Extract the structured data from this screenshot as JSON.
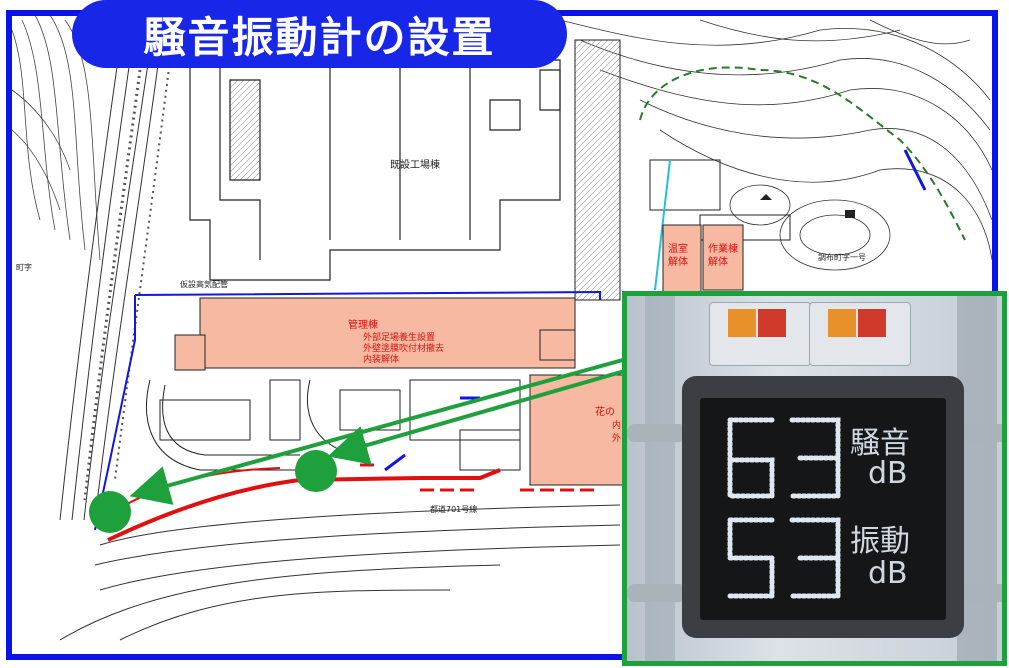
{
  "title": "騒音振動計の設置",
  "map": {
    "labels": {
      "existing_factory": "既設工場棟",
      "temp_gas_pipe": "仮設高気配管",
      "admin_building": "管理棟",
      "admin_line1": "外部足場養生設置",
      "admin_line2": "外壁塗膜吹付材撤去",
      "admin_line3": "内装解体",
      "hana": "花の",
      "hana2": "内",
      "hana3": "外",
      "greenhouse": "温室",
      "greenhouse2": "解体",
      "workshop": "作業棟",
      "workshop2": "解体",
      "road": "都道701号線",
      "district": "調布町字一号",
      "left_edge": "町字"
    }
  },
  "display": {
    "noise_value": "63",
    "noise_label": "騒音",
    "noise_unit": "dB",
    "vibration_value": "53",
    "vibration_label": "振動",
    "vibration_unit": "dB"
  },
  "colors": {
    "frame": "#0a14e8",
    "title_bg": "#1826e8",
    "marker": "#1ea03c",
    "building_fill": "#f7b9a1",
    "barrier": "#e01010"
  }
}
